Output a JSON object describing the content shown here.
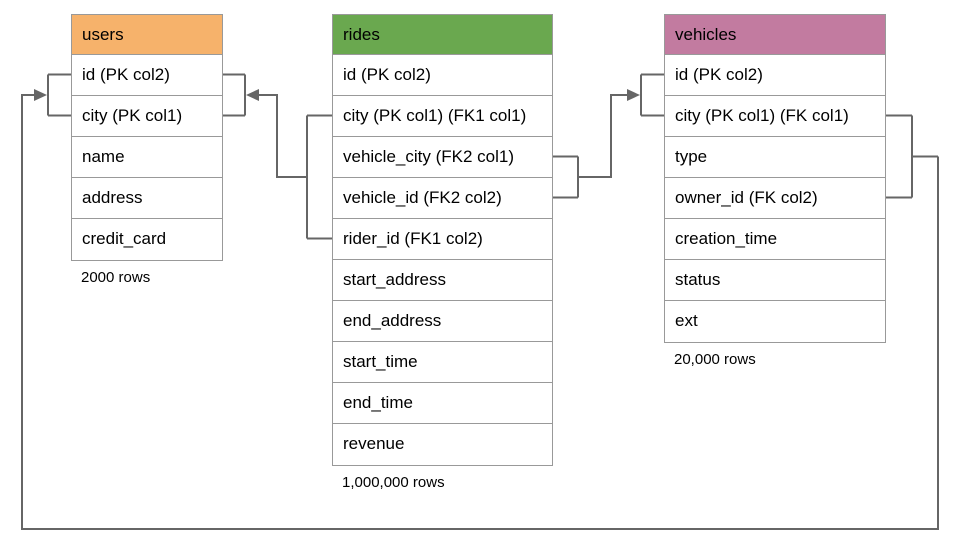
{
  "diagram": {
    "background": "#ffffff",
    "table_border_color": "#999999",
    "connector_color": "#666666"
  },
  "tables": [
    {
      "name": "users",
      "header_color": "#f6b26b",
      "columns": [
        "id (PK col2)",
        "city (PK col1)",
        "name",
        "address",
        "credit_card"
      ],
      "row_count": "2000 rows"
    },
    {
      "name": "rides",
      "header_color": "#6aa84f",
      "columns": [
        "id (PK col2)",
        "city (PK col1) (FK1 col1)",
        "vehicle_city (FK2 col1)",
        "vehicle_id (FK2 col2)",
        "rider_id (FK1 col2)",
        "start_address",
        "end_address",
        "start_time",
        "end_time",
        "revenue"
      ],
      "row_count": "1,000,000 rows"
    },
    {
      "name": "vehicles",
      "header_color": "#c27ba0",
      "columns": [
        "id (PK col2)",
        "city (PK col1) (FK col1)",
        "type",
        "owner_id (FK col2)",
        "creation_time",
        "status",
        "ext"
      ],
      "row_count": "20,000 rows"
    }
  ],
  "relationships": [
    {
      "name": "FK1",
      "from_table": "rides",
      "from_columns": [
        "city (PK col1) (FK1 col1)",
        "rider_id (FK1 col2)"
      ],
      "to_table": "users",
      "to_columns": [
        "id (PK col2)",
        "city (PK col1)"
      ]
    },
    {
      "name": "FK2",
      "from_table": "rides",
      "from_columns": [
        "vehicle_city (FK2 col1)",
        "vehicle_id (FK2 col2)"
      ],
      "to_table": "vehicles",
      "to_columns": [
        "id (PK col2)",
        "city (PK col1)"
      ]
    },
    {
      "name": "FK",
      "from_table": "vehicles",
      "from_columns": [
        "city (PK col1) (FK col1)",
        "owner_id (FK col2)"
      ],
      "to_table": "users",
      "to_columns": [
        "id (PK col2)",
        "city (PK col1)"
      ]
    }
  ]
}
